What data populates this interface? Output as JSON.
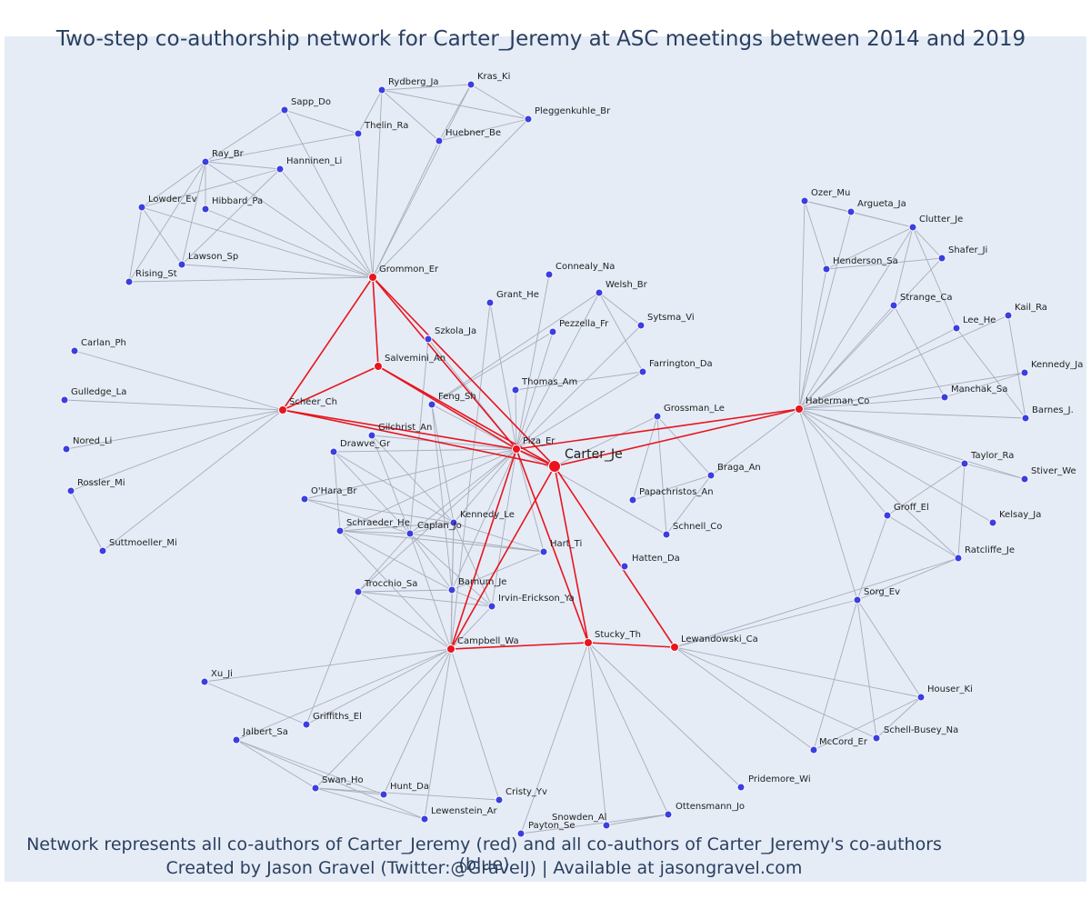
{
  "title": "Two-step co-authorship network for Carter_Jeremy at ASC meetings between 2014 and 2019",
  "footer": {
    "line1": "Network represents all co-authors of Carter_Jeremy (red) and all co-authors of Carter_Jeremy's co-authors (blue)",
    "line2": "Created by Jason Gravel (Twitter:@GravelJ) | Available at jasongravel.com"
  },
  "colors": {
    "background": "#e5ecf6",
    "red": "#e8141e",
    "blue": "#3b3fe0",
    "gray_edge": "#a9adbb",
    "text": "#2a3f5f"
  },
  "chart_data": {
    "type": "network",
    "center": "Carter_Je",
    "nodes": [
      {
        "id": "Carter_Je",
        "group": "center"
      },
      {
        "id": "Piza_Er",
        "group": "red"
      },
      {
        "id": "Grommon_Er",
        "group": "red"
      },
      {
        "id": "Salvemini_An",
        "group": "red"
      },
      {
        "id": "Scheer_Ch",
        "group": "red"
      },
      {
        "id": "Haberman_Co",
        "group": "red"
      },
      {
        "id": "Campbell_Wa",
        "group": "red"
      },
      {
        "id": "Stucky_Th",
        "group": "red"
      },
      {
        "id": "Lewandowski_Ca",
        "group": "red"
      },
      {
        "id": "Rydberg_Ja",
        "group": "blue"
      },
      {
        "id": "Kras_Ki",
        "group": "blue"
      },
      {
        "id": "Sapp_Do",
        "group": "blue"
      },
      {
        "id": "Thelin_Ra",
        "group": "blue"
      },
      {
        "id": "Pleggenkuhle_Br",
        "group": "blue"
      },
      {
        "id": "Huebner_Be",
        "group": "blue"
      },
      {
        "id": "Ray_Br",
        "group": "blue"
      },
      {
        "id": "Hanninen_Li",
        "group": "blue"
      },
      {
        "id": "Lowder_Ev",
        "group": "blue"
      },
      {
        "id": "Hibbard_Pa",
        "group": "blue"
      },
      {
        "id": "Lawson_Sp",
        "group": "blue"
      },
      {
        "id": "Rising_St",
        "group": "blue"
      },
      {
        "id": "Carlan_Ph",
        "group": "blue"
      },
      {
        "id": "Gulledge_La",
        "group": "blue"
      },
      {
        "id": "Nored_Li",
        "group": "blue"
      },
      {
        "id": "Rossler_Mi",
        "group": "blue"
      },
      {
        "id": "Suttmoeller_Mi",
        "group": "blue"
      },
      {
        "id": "Connealy_Na",
        "group": "blue"
      },
      {
        "id": "Welsh_Br",
        "group": "blue"
      },
      {
        "id": "Grant_He",
        "group": "blue"
      },
      {
        "id": "Sytsma_Vi",
        "group": "blue"
      },
      {
        "id": "Szkola_Ja",
        "group": "blue"
      },
      {
        "id": "Pezzella_Fr",
        "group": "blue"
      },
      {
        "id": "Farrington_Da",
        "group": "blue"
      },
      {
        "id": "Thomas_Am",
        "group": "blue"
      },
      {
        "id": "Feng_Sh",
        "group": "blue"
      },
      {
        "id": "Grossman_Le",
        "group": "blue"
      },
      {
        "id": "Gilchrist_An",
        "group": "blue"
      },
      {
        "id": "Drawve_Gr",
        "group": "blue"
      },
      {
        "id": "Braga_An",
        "group": "blue"
      },
      {
        "id": "Papachristos_An",
        "group": "blue"
      },
      {
        "id": "O'Hara_Br",
        "group": "blue"
      },
      {
        "id": "Kennedy_Le",
        "group": "blue"
      },
      {
        "id": "Schraeder_He",
        "group": "blue"
      },
      {
        "id": "Caplan_Jo",
        "group": "blue"
      },
      {
        "id": "Schnell_Co",
        "group": "blue"
      },
      {
        "id": "Hart_Ti",
        "group": "blue"
      },
      {
        "id": "Hatten_Da",
        "group": "blue"
      },
      {
        "id": "Trocchio_Sa",
        "group": "blue"
      },
      {
        "id": "Barnum_Je",
        "group": "blue"
      },
      {
        "id": "Irvin-Erickson_Ya",
        "group": "blue"
      },
      {
        "id": "Xu_Ji",
        "group": "blue"
      },
      {
        "id": "Griffiths_El",
        "group": "blue"
      },
      {
        "id": "Jalbert_Sa",
        "group": "blue"
      },
      {
        "id": "Swan_Ho",
        "group": "blue"
      },
      {
        "id": "Hunt_Da",
        "group": "blue"
      },
      {
        "id": "Cristy_Yv",
        "group": "blue"
      },
      {
        "id": "Lewenstein_Ar",
        "group": "blue"
      },
      {
        "id": "Payton_Se",
        "group": "blue"
      },
      {
        "id": "Snowden_Al",
        "group": "blue"
      },
      {
        "id": "Ottensmann_Jo",
        "group": "blue"
      },
      {
        "id": "Pridemore_Wi",
        "group": "blue"
      },
      {
        "id": "Ozer_Mu",
        "group": "blue"
      },
      {
        "id": "Argueta_Ja",
        "group": "blue"
      },
      {
        "id": "Clutter_Je",
        "group": "blue"
      },
      {
        "id": "Henderson_Sa",
        "group": "blue"
      },
      {
        "id": "Shafer_Ji",
        "group": "blue"
      },
      {
        "id": "Strange_Ca",
        "group": "blue"
      },
      {
        "id": "Kail_Ra",
        "group": "blue"
      },
      {
        "id": "Lee_He",
        "group": "blue"
      },
      {
        "id": "Kennedy_Ja",
        "group": "blue"
      },
      {
        "id": "Manchak_Sa",
        "group": "blue"
      },
      {
        "id": "Barnes_J.",
        "group": "blue"
      },
      {
        "id": "Taylor_Ra",
        "group": "blue"
      },
      {
        "id": "Stiver_We",
        "group": "blue"
      },
      {
        "id": "Groff_El",
        "group": "blue"
      },
      {
        "id": "Kelsay_Ja",
        "group": "blue"
      },
      {
        "id": "Ratcliffe_Je",
        "group": "blue"
      },
      {
        "id": "Sorg_Ev",
        "group": "blue"
      },
      {
        "id": "Houser_Ki",
        "group": "blue"
      },
      {
        "id": "Schell-Busey_Na",
        "group": "blue"
      },
      {
        "id": "McCord_Er",
        "group": "blue"
      }
    ],
    "edges": [
      [
        "Carter_Je",
        "Piza_Er"
      ],
      [
        "Carter_Je",
        "Grommon_Er"
      ],
      [
        "Carter_Je",
        "Salvemini_An"
      ],
      [
        "Carter_Je",
        "Scheer_Ch"
      ],
      [
        "Carter_Je",
        "Haberman_Co"
      ],
      [
        "Carter_Je",
        "Campbell_Wa"
      ],
      [
        "Carter_Je",
        "Stucky_Th"
      ],
      [
        "Carter_Je",
        "Lewandowski_Ca"
      ],
      [
        "Grommon_Er",
        "Salvemini_An"
      ],
      [
        "Grommon_Er",
        "Scheer_Ch"
      ],
      [
        "Grommon_Er",
        "Piza_Er"
      ],
      [
        "Salvemini_An",
        "Scheer_Ch"
      ],
      [
        "Salvemini_An",
        "Piza_Er"
      ],
      [
        "Scheer_Ch",
        "Piza_Er"
      ],
      [
        "Haberman_Co",
        "Piza_Er"
      ],
      [
        "Campbell_Wa",
        "Piza_Er"
      ],
      [
        "Campbell_Wa",
        "Stucky_Th"
      ],
      [
        "Stucky_Th",
        "Lewandowski_Ca"
      ],
      [
        "Stucky_Th",
        "Piza_Er"
      ],
      [
        "Grommon_Er",
        "Rydberg_Ja"
      ],
      [
        "Grommon_Er",
        "Kras_Ki"
      ],
      [
        "Grommon_Er",
        "Sapp_Do"
      ],
      [
        "Grommon_Er",
        "Thelin_Ra"
      ],
      [
        "Grommon_Er",
        "Pleggenkuhle_Br"
      ],
      [
        "Grommon_Er",
        "Huebner_Be"
      ],
      [
        "Grommon_Er",
        "Ray_Br"
      ],
      [
        "Grommon_Er",
        "Hanninen_Li"
      ],
      [
        "Grommon_Er",
        "Lowder_Ev"
      ],
      [
        "Grommon_Er",
        "Hibbard_Pa"
      ],
      [
        "Grommon_Er",
        "Lawson_Sp"
      ],
      [
        "Grommon_Er",
        "Rising_St"
      ],
      [
        "Rydberg_Ja",
        "Kras_Ki"
      ],
      [
        "Rydberg_Ja",
        "Pleggenkuhle_Br"
      ],
      [
        "Rydberg_Ja",
        "Huebner_Be"
      ],
      [
        "Rydberg_Ja",
        "Thelin_Ra"
      ],
      [
        "Kras_Ki",
        "Huebner_Be"
      ],
      [
        "Kras_Ki",
        "Pleggenkuhle_Br"
      ],
      [
        "Huebner_Be",
        "Pleggenkuhle_Br"
      ],
      [
        "Sapp_Do",
        "Thelin_Ra"
      ],
      [
        "Sapp_Do",
        "Ray_Br"
      ],
      [
        "Ray_Br",
        "Thelin_Ra"
      ],
      [
        "Ray_Br",
        "Hanninen_Li"
      ],
      [
        "Ray_Br",
        "Lowder_Ev"
      ],
      [
        "Ray_Br",
        "Lawson_Sp"
      ],
      [
        "Ray_Br",
        "Rising_St"
      ],
      [
        "Ray_Br",
        "Hibbard_Pa"
      ],
      [
        "Hanninen_Li",
        "Lowder_Ev"
      ],
      [
        "Hanninen_Li",
        "Lawson_Sp"
      ],
      [
        "Lowder_Ev",
        "Lawson_Sp"
      ],
      [
        "Lowder_Ev",
        "Rising_St"
      ],
      [
        "Scheer_Ch",
        "Carlan_Ph"
      ],
      [
        "Scheer_Ch",
        "Gulledge_La"
      ],
      [
        "Scheer_Ch",
        "Nored_Li"
      ],
      [
        "Scheer_Ch",
        "Rossler_Mi"
      ],
      [
        "Scheer_Ch",
        "Suttmoeller_Mi"
      ],
      [
        "Rossler_Mi",
        "Suttmoeller_Mi"
      ],
      [
        "Piza_Er",
        "Connealy_Na"
      ],
      [
        "Piza_Er",
        "Welsh_Br"
      ],
      [
        "Piza_Er",
        "Grant_He"
      ],
      [
        "Piza_Er",
        "Sytsma_Vi"
      ],
      [
        "Piza_Er",
        "Szkola_Ja"
      ],
      [
        "Piza_Er",
        "Pezzella_Fr"
      ],
      [
        "Piza_Er",
        "Farrington_Da"
      ],
      [
        "Piza_Er",
        "Thomas_Am"
      ],
      [
        "Piza_Er",
        "Feng_Sh"
      ],
      [
        "Piza_Er",
        "Gilchrist_An"
      ],
      [
        "Piza_Er",
        "Drawve_Gr"
      ],
      [
        "Piza_Er",
        "O'Hara_Br"
      ],
      [
        "Piza_Er",
        "Kennedy_Le"
      ],
      [
        "Piza_Er",
        "Schraeder_He"
      ],
      [
        "Piza_Er",
        "Caplan_Jo"
      ],
      [
        "Piza_Er",
        "Schnell_Co"
      ],
      [
        "Piza_Er",
        "Hart_Ti"
      ],
      [
        "Piza_Er",
        "Trocchio_Sa"
      ],
      [
        "Piza_Er",
        "Barnum_Je"
      ],
      [
        "Piza_Er",
        "Irvin-Erickson_Ya"
      ],
      [
        "Welsh_Br",
        "Sytsma_Vi"
      ],
      [
        "Welsh_Br",
        "Farrington_Da"
      ],
      [
        "Welsh_Br",
        "Feng_Sh"
      ],
      [
        "Thomas_Am",
        "Farrington_Da"
      ],
      [
        "Pezzella_Fr",
        "Feng_Sh"
      ],
      [
        "Carter_Je",
        "Grossman_Le"
      ],
      [
        "Grossman_Le",
        "Braga_An"
      ],
      [
        "Grossman_Le",
        "Papachristos_An"
      ],
      [
        "Grossman_Le",
        "Schnell_Co"
      ],
      [
        "Braga_An",
        "Papachristos_An"
      ],
      [
        "Braga_An",
        "Haberman_Co"
      ],
      [
        "Braga_An",
        "Schnell_Co"
      ],
      [
        "Drawve_Gr",
        "Caplan_Jo"
      ],
      [
        "Drawve_Gr",
        "Kennedy_Le"
      ],
      [
        "Drawve_Gr",
        "Schraeder_He"
      ],
      [
        "O'Hara_Br",
        "Caplan_Jo"
      ],
      [
        "O'Hara_Br",
        "Kennedy_Le"
      ],
      [
        "Schraeder_He",
        "Caplan_Jo"
      ],
      [
        "Schraeder_He",
        "Kennedy_Le"
      ],
      [
        "Schraeder_He",
        "Hart_Ti"
      ],
      [
        "Schraeder_He",
        "Barnum_Je"
      ],
      [
        "Caplan_Jo",
        "Kennedy_Le"
      ],
      [
        "Caplan_Jo",
        "Barnum_Je"
      ],
      [
        "Caplan_Jo",
        "Hart_Ti"
      ],
      [
        "Caplan_Jo",
        "Irvin-Erickson_Ya"
      ],
      [
        "Caplan_Jo",
        "Trocchio_Sa"
      ],
      [
        "Kennedy_Le",
        "Barnum_Je"
      ],
      [
        "Kennedy_Le",
        "Hart_Ti"
      ],
      [
        "Kennedy_Le",
        "Irvin-Erickson_Ya"
      ],
      [
        "Gilchrist_An",
        "Kennedy_Le"
      ],
      [
        "Gilchrist_An",
        "Caplan_Jo"
      ],
      [
        "Feng_Sh",
        "Kennedy_Le"
      ],
      [
        "Feng_Sh",
        "Barnum_Je"
      ],
      [
        "Szkola_Ja",
        "Caplan_Jo"
      ],
      [
        "Trocchio_Sa",
        "Barnum_Je"
      ],
      [
        "Trocchio_Sa",
        "Irvin-Erickson_Ya"
      ],
      [
        "Barnum_Je",
        "Irvin-Erickson_Ya"
      ],
      [
        "Hart_Ti",
        "Barnum_Je"
      ],
      [
        "Campbell_Wa",
        "Xu_Ji"
      ],
      [
        "Campbell_Wa",
        "Griffiths_El"
      ],
      [
        "Campbell_Wa",
        "Jalbert_Sa"
      ],
      [
        "Campbell_Wa",
        "Swan_Ho"
      ],
      [
        "Campbell_Wa",
        "Hunt_Da"
      ],
      [
        "Campbell_Wa",
        "Cristy_Yv"
      ],
      [
        "Campbell_Wa",
        "Lewenstein_Ar"
      ],
      [
        "Campbell_Wa",
        "Kennedy_Le"
      ],
      [
        "Campbell_Wa",
        "Caplan_Jo"
      ],
      [
        "Campbell_Wa",
        "Barnum_Je"
      ],
      [
        "Campbell_Wa",
        "Schraeder_He"
      ],
      [
        "Campbell_Wa",
        "Trocchio_Sa"
      ],
      [
        "Campbell_Wa",
        "Irvin-Erickson_Ya"
      ],
      [
        "Campbell_Wa",
        "Grant_He"
      ],
      [
        "Xu_Ji",
        "Griffiths_El"
      ],
      [
        "Griffiths_El",
        "Trocchio_Sa"
      ],
      [
        "Jalbert_Sa",
        "Swan_Ho"
      ],
      [
        "Jalbert_Sa",
        "Hunt_Da"
      ],
      [
        "Jalbert_Sa",
        "Lewenstein_Ar"
      ],
      [
        "Swan_Ho",
        "Hunt_Da"
      ],
      [
        "Swan_Ho",
        "Cristy_Yv"
      ],
      [
        "Swan_Ho",
        "Lewenstein_Ar"
      ],
      [
        "Stucky_Th",
        "Payton_Se"
      ],
      [
        "Stucky_Th",
        "Snowden_Al"
      ],
      [
        "Stucky_Th",
        "Ottensmann_Jo"
      ],
      [
        "Stucky_Th",
        "Pridemore_Wi"
      ],
      [
        "Payton_Se",
        "Ottensmann_Jo"
      ],
      [
        "Snowden_Al",
        "Ottensmann_Jo"
      ],
      [
        "Lewandowski_Ca",
        "Houser_Ki"
      ],
      [
        "Lewandowski_Ca",
        "Schell-Busey_Na"
      ],
      [
        "Lewandowski_Ca",
        "McCord_Er"
      ],
      [
        "Lewandowski_Ca",
        "Sorg_Ev"
      ],
      [
        "Lewandowski_Ca",
        "Ratcliffe_Je"
      ],
      [
        "Haberman_Co",
        "Ozer_Mu"
      ],
      [
        "Haberman_Co",
        "Argueta_Ja"
      ],
      [
        "Haberman_Co",
        "Clutter_Je"
      ],
      [
        "Haberman_Co",
        "Henderson_Sa"
      ],
      [
        "Haberman_Co",
        "Shafer_Ji"
      ],
      [
        "Haberman_Co",
        "Strange_Ca"
      ],
      [
        "Haberman_Co",
        "Kail_Ra"
      ],
      [
        "Haberman_Co",
        "Lee_He"
      ],
      [
        "Haberman_Co",
        "Kennedy_Ja"
      ],
      [
        "Haberman_Co",
        "Manchak_Sa"
      ],
      [
        "Haberman_Co",
        "Barnes_J."
      ],
      [
        "Haberman_Co",
        "Taylor_Ra"
      ],
      [
        "Haberman_Co",
        "Stiver_We"
      ],
      [
        "Haberman_Co",
        "Groff_El"
      ],
      [
        "Haberman_Co",
        "Kelsay_Ja"
      ],
      [
        "Haberman_Co",
        "Ratcliffe_Je"
      ],
      [
        "Haberman_Co",
        "Sorg_Ev"
      ],
      [
        "Ozer_Mu",
        "Argueta_Ja"
      ],
      [
        "Ozer_Mu",
        "Clutter_Je"
      ],
      [
        "Ozer_Mu",
        "Henderson_Sa"
      ],
      [
        "Argueta_Ja",
        "Clutter_Je"
      ],
      [
        "Clutter_Je",
        "Henderson_Sa"
      ],
      [
        "Clutter_Je",
        "Shafer_Ji"
      ],
      [
        "Clutter_Je",
        "Strange_Ca"
      ],
      [
        "Clutter_Je",
        "Lee_He"
      ],
      [
        "Henderson_Sa",
        "Shafer_Ji"
      ],
      [
        "Strange_Ca",
        "Manchak_Sa"
      ],
      [
        "Kail_Ra",
        "Barnes_J."
      ],
      [
        "Lee_He",
        "Barnes_J."
      ],
      [
        "Kennedy_Ja",
        "Manchak_Sa"
      ],
      [
        "Taylor_Ra",
        "Groff_El"
      ],
      [
        "Taylor_Ra",
        "Ratcliffe_Je"
      ],
      [
        "Taylor_Ra",
        "Stiver_We"
      ],
      [
        "Groff_El",
        "Ratcliffe_Je"
      ],
      [
        "Groff_El",
        "Sorg_Ev"
      ],
      [
        "Sorg_Ev",
        "Ratcliffe_Je"
      ],
      [
        "Sorg_Ev",
        "Houser_Ki"
      ],
      [
        "Sorg_Ev",
        "McCord_Er"
      ],
      [
        "Sorg_Ev",
        "Schell-Busey_Na"
      ],
      [
        "Houser_Ki",
        "McCord_Er"
      ],
      [
        "Houser_Ki",
        "Schell-Busey_Na"
      ]
    ]
  }
}
